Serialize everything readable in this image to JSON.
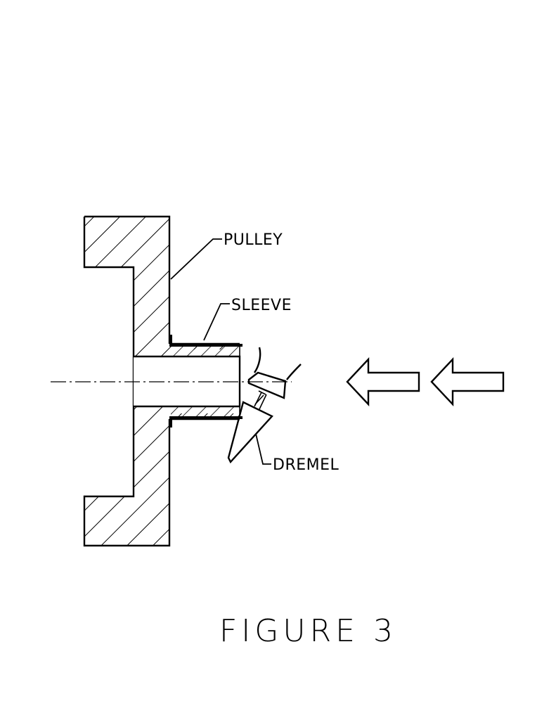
{
  "diagram": {
    "labels": {
      "pulley": "PULLEY",
      "sleeve": "SLEEVE",
      "dremel": "DREMEL"
    },
    "caption": "FIGURE 3",
    "arrow_direction": "left",
    "arrow_count": 2,
    "colors": {
      "ink": "#000000",
      "background": "#ffffff"
    }
  }
}
